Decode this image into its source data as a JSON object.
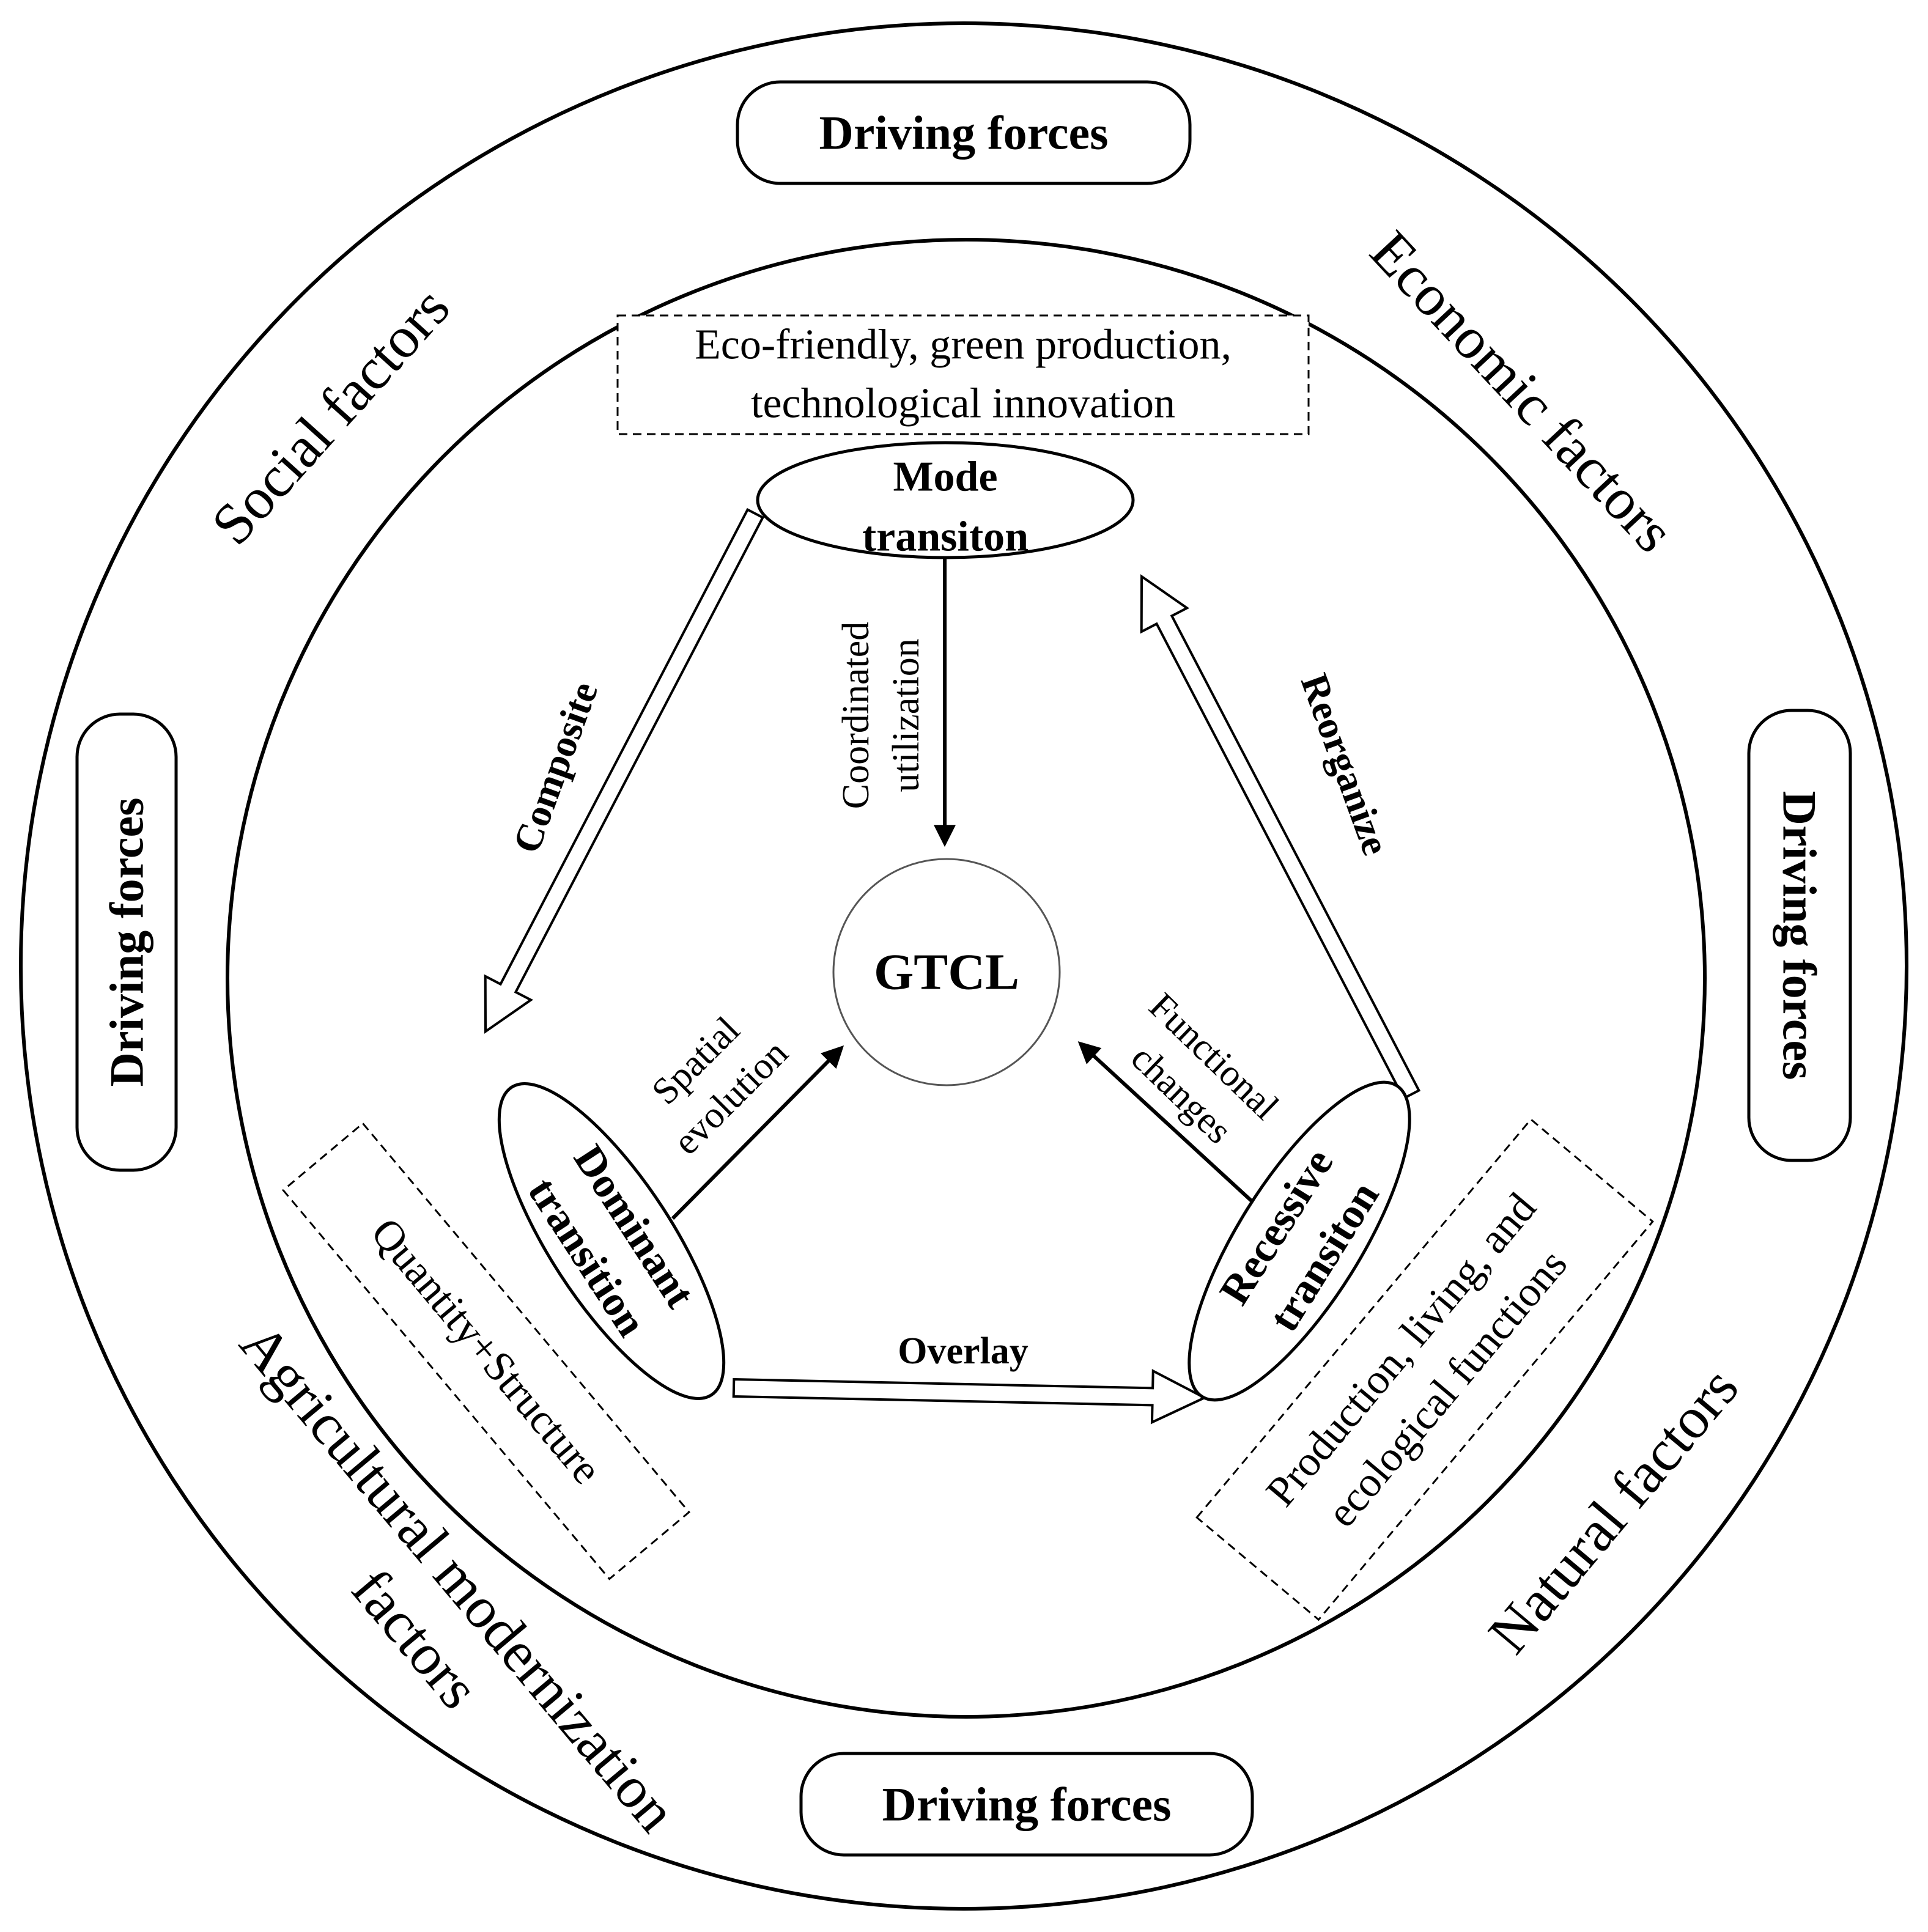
{
  "colors": {
    "line": "#000000",
    "background": "#ffffff",
    "thin_circle": "#555555"
  },
  "driving_forces": {
    "top": "Driving forces",
    "left": "Driving forces",
    "right": "Driving forces",
    "bottom": "Driving forces"
  },
  "factors": {
    "social": "Social factors",
    "economic": "Economic factors",
    "natural": "Natural factors",
    "agricultural_line1": "Agricultural modernization",
    "agricultural_line2": "factors"
  },
  "notes": {
    "mode_line1": "Eco-friendly, green production,",
    "mode_line2": "technological innovation",
    "dominant": "Quantity+Structure",
    "recessive_line1": "Production, living, and",
    "recessive_line2": "ecological functions"
  },
  "center": {
    "label": "GTCL"
  },
  "nodes": {
    "mode_line1": "Mode",
    "mode_line2": "transiton",
    "dominant_line1": "Dominant",
    "dominant_line2": "transition",
    "recessive_line1": "Recessive",
    "recessive_line2": "transiton"
  },
  "flows": {
    "composite": "Composite",
    "reorganize": "Reorganize",
    "overlay": "Overlay",
    "coordinated_line1": "Coordinated",
    "coordinated_line2": "utilization",
    "spatial_line1": "Spatial",
    "spatial_line2": "evolution",
    "functional_line1": "Functional",
    "functional_line2": "changes"
  }
}
